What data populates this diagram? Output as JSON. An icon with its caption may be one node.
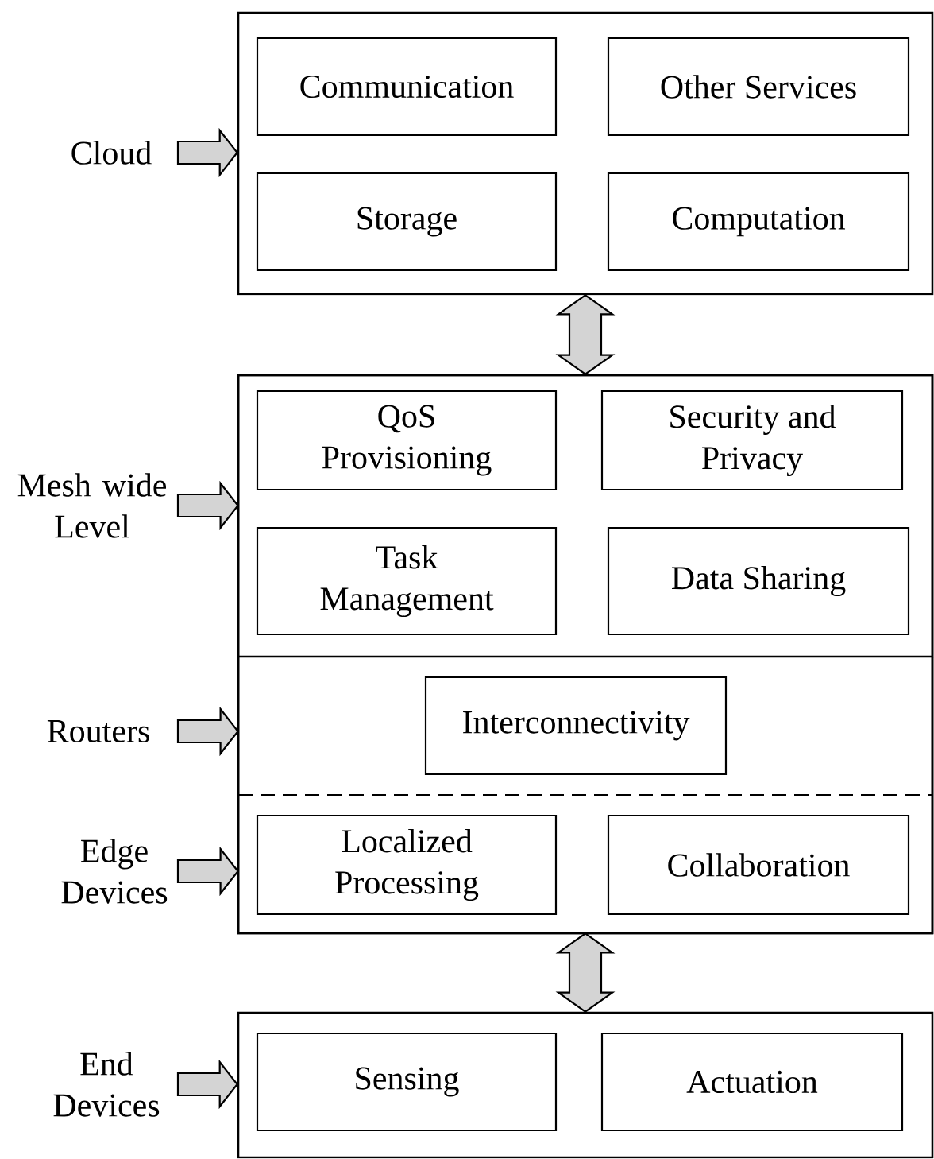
{
  "diagram": {
    "nodes": [
      {
        "text": [
          "Cloud"
        ]
      },
      {
        "text": [],
        "shape": "box"
      },
      {
        "text": [
          "Communication"
        ],
        "in": 1
      },
      {
        "text": [
          "Other Services"
        ],
        "in": 1
      },
      {
        "text": [
          "Storage"
        ],
        "in": 1
      },
      {
        "text": [
          "Computation"
        ],
        "in": 1
      },
      {
        "text": [
          "Mesh wide Level"
        ]
      },
      {
        "text": [],
        "shape": "box"
      },
      {
        "text": [],
        "shape": "band",
        "in": 7
      },
      {
        "text": [
          "QoS Provisioning"
        ],
        "in": 8
      },
      {
        "text": [
          "Security and Privacy"
        ],
        "in": 8
      },
      {
        "text": [
          "Task Management"
        ],
        "in": 8
      },
      {
        "text": [
          "Data Sharing"
        ],
        "in": 8
      },
      {
        "text": [
          "Routers"
        ]
      },
      {
        "text": [],
        "shape": "band",
        "in": 7
      },
      {
        "text": [
          "Interconnectivity"
        ],
        "in": 14
      },
      {
        "text": [
          "Edge Devices"
        ]
      },
      {
        "text": [],
        "shape": "band",
        "in": 7
      },
      {
        "text": [
          "Localized Processing"
        ],
        "in": 17
      },
      {
        "text": [
          "Collaboration"
        ],
        "in": 17
      },
      {
        "text": [
          "End Devices"
        ]
      },
      {
        "text": [],
        "shape": "box"
      },
      {
        "text": [
          "Sensing"
        ],
        "in": 21
      },
      {
        "text": [
          "Actuation"
        ],
        "in": 21
      }
    ],
    "edges": [
      {
        "from": 0,
        "to": 1,
        "arrow": "to"
      },
      {
        "from": 1,
        "to": 7,
        "arrow": "both"
      },
      {
        "from": 6,
        "to": 8,
        "arrow": "to"
      },
      {
        "from": 13,
        "to": 14,
        "arrow": "to"
      },
      {
        "from": 16,
        "to": 17,
        "arrow": "to"
      },
      {
        "from": 17,
        "to": 21,
        "arrow": "both"
      },
      {
        "from": 20,
        "to": 21,
        "arrow": "to"
      }
    ]
  }
}
